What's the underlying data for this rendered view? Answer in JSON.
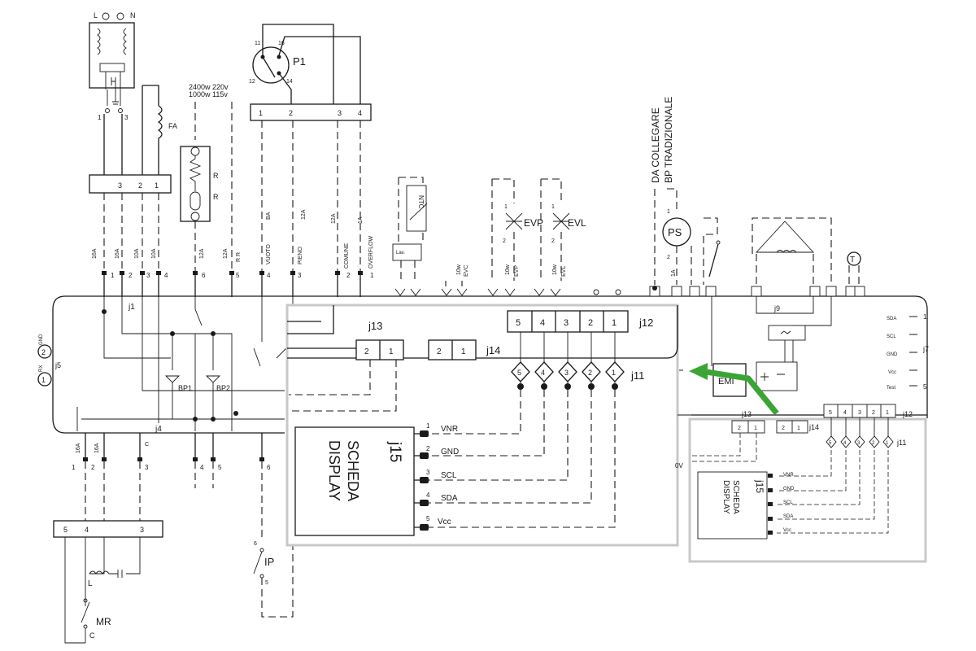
{
  "top": {
    "pwr_L": "L",
    "pwr_N": "N",
    "t1": "1",
    "t3": "3",
    "fa": "FA",
    "block3": [
      "3",
      "2",
      "1"
    ],
    "heater_rating1": "2400w  220v",
    "heater_rating2": "1000w  115v",
    "R1": "R",
    "R2": "R",
    "p1": "P1",
    "p1_11": "11",
    "p1_16": "16",
    "p1_12": "12",
    "p1_14": "14",
    "block4": [
      "1",
      "2",
      "3",
      "4"
    ],
    "vertical_lbl": [
      "16A",
      "16A",
      "10A",
      "10A",
      "12A",
      "12A",
      "R R",
      "VUOTO",
      "BA",
      "PIENO",
      "12A",
      "12A",
      "COMUNE",
      "1A",
      "OVERFLOW"
    ],
    "ntc": "NTC",
    "lav": "Lav.",
    "evp": "EVP",
    "evl": "EVL",
    "evp_n1": "1",
    "evp_n2": "2",
    "evl_n1": "1",
    "evl_n2": "2",
    "w10": [
      "10w",
      "10w",
      "10w"
    ],
    "evc": "EVC",
    "evp_s": "EVP",
    "evl_s": "EVL",
    "da_collegare1": "DA  COLLEGARE",
    "da_collegare2": "BP  TRADIZIONALE",
    "ps": "PS",
    "ps_1": "1",
    "ps_2": "2",
    "a1": "1A",
    "t_sym": "T"
  },
  "main": {
    "j1": "j1",
    "j4": "j4",
    "j5": "j5",
    "gnd_lbl": "GND",
    "rx_lbl": "RX",
    "j5_pins": [
      "2",
      "1"
    ],
    "bp1": "BP1",
    "bp2": "BP2",
    "pins_top": [
      "1",
      "2",
      "3",
      "4",
      "6",
      "5",
      "4",
      "3",
      "2",
      "1"
    ],
    "j9": "j9",
    "j7": "j7",
    "j7_rows": [
      {
        "name": "SDA",
        "num": "1"
      },
      {
        "name": "SCL",
        "num": ""
      },
      {
        "name": "GND",
        "num": ""
      },
      {
        "name": "Vcc",
        "num": ""
      },
      {
        "name": "Test",
        "num": "5"
      }
    ],
    "bottom_lbl": [
      "16A",
      "16A",
      "C"
    ],
    "bottom_pins": [
      "1",
      "2",
      "3",
      "4",
      "5",
      "6"
    ]
  },
  "bottom": {
    "block5": [
      "5",
      "4",
      "3"
    ],
    "L": "L",
    "MR": "MR",
    "C": "C",
    "ip": "IP",
    "ip_6": "6",
    "ip_5": "5"
  },
  "zoom": {
    "j13": "j13",
    "j14": "j14",
    "j12": "j12",
    "j11": "j11",
    "j15": "j15",
    "j13_pins": [
      "2",
      "1"
    ],
    "j14_pins": [
      "2",
      "1"
    ],
    "j12_pins": [
      "5",
      "4",
      "3",
      "2",
      "1"
    ],
    "j11_pins": [
      "5",
      "4",
      "3",
      "2",
      "1"
    ],
    "scheda1": "SCHEDA",
    "scheda2": "DISPLAY",
    "signals": [
      {
        "num": "1",
        "name": "VNR"
      },
      {
        "num": "2",
        "name": "GND"
      },
      {
        "num": "3",
        "name": "SCL"
      },
      {
        "num": "4",
        "name": "SDA"
      },
      {
        "num": "5",
        "name": "Vcc"
      }
    ]
  },
  "mini": {
    "emi": "EMI",
    "j13": "j13",
    "j14": "j14",
    "j12": "j12",
    "j11": "j11",
    "j15": "j15",
    "scheda1": "SCHEDA",
    "scheda2": "DISPLAY",
    "j12_pins": [
      "5",
      "4",
      "3",
      "2",
      "1"
    ],
    "j13_pins": [
      "2",
      "1"
    ],
    "j14_pins": [
      "2",
      "1"
    ],
    "j11_pins": [
      "5",
      "4",
      "3",
      "2",
      "1"
    ],
    "signals": [
      "VNR",
      "GND",
      "SCL",
      "SDA",
      "Vcc"
    ],
    "v_lbl": "0V"
  },
  "colors": {
    "arrow": "#3aa535",
    "frame": "#c8c8c8"
  }
}
